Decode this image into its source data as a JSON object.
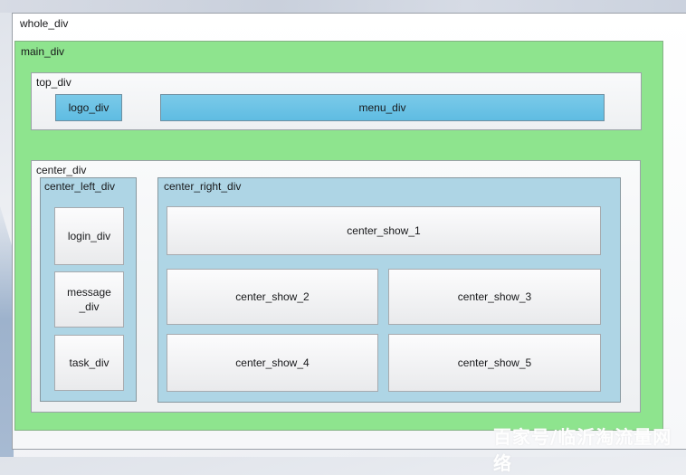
{
  "colors": {
    "main_green": "#8ee48e",
    "main_green_border": "#84b284",
    "sky_blue": "#6cc3e6",
    "sky_blue_border": "#6e8fa0",
    "pale_blue": "#aed5e5",
    "pale_blue_border": "#87989f",
    "panel_border": "#9ba1a8",
    "whole_border": "#9aa0a8"
  },
  "watermark": {
    "text": "百家号/临沂淘流量网络"
  },
  "layout": {
    "whole_label": "whole_div",
    "main_label": "main_div",
    "top": {
      "label": "top_div",
      "logo_label": "logo_div",
      "menu_label": "menu_div"
    },
    "center": {
      "label": "center_div",
      "left": {
        "label": "center_left_div",
        "login_label": "login_div",
        "message_label": "message\n_div",
        "task_label": "task_div"
      },
      "right": {
        "label": "center_right_div",
        "show1_label": "center_show_1",
        "show2_label": "center_show_2",
        "show3_label": "center_show_3",
        "show4_label": "center_show_4",
        "show5_label": "center_show_5"
      }
    }
  }
}
